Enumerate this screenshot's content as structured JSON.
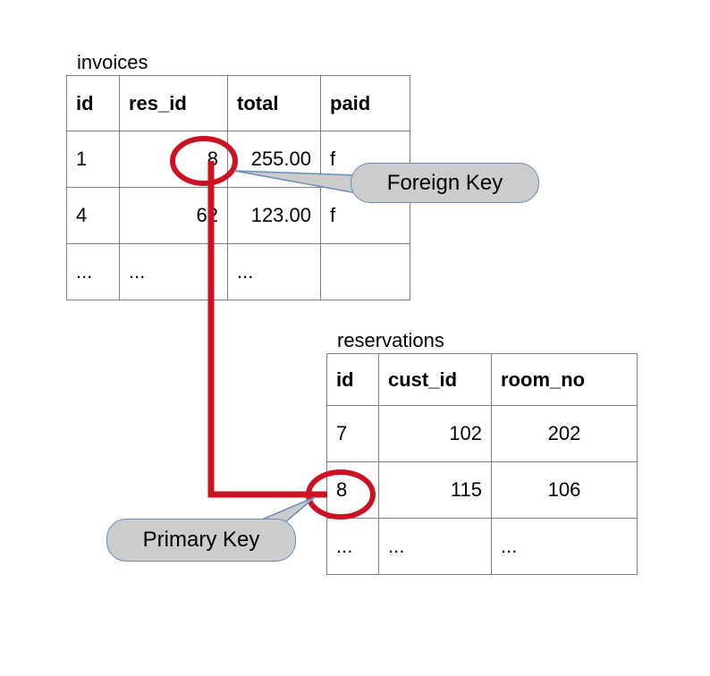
{
  "diagram": {
    "title_invoices": "invoices",
    "title_reservations": "reservations"
  },
  "invoices": {
    "name": "invoices",
    "columns": [
      "id",
      "res_id",
      "total",
      "paid"
    ],
    "rows": [
      [
        "1",
        "8",
        "255.00",
        "f"
      ],
      [
        "4",
        "62",
        "123.00",
        "f"
      ],
      [
        "...",
        "...",
        "...",
        ""
      ]
    ]
  },
  "reservations": {
    "name": "reservations",
    "columns": [
      "id",
      "cust_id",
      "room_no"
    ],
    "rows": [
      [
        "7",
        "102",
        "202"
      ],
      [
        "8",
        "115",
        "106"
      ],
      [
        "...",
        "...",
        "..."
      ]
    ]
  },
  "annotations": {
    "foreign_key_label": "Foreign Key",
    "primary_key_label": "Primary Key"
  },
  "colors": {
    "highlight": "#cc1122",
    "bubble_fill": "#cccccc",
    "bubble_border": "#6b8cba",
    "table_border": "#808080",
    "text": "#000000"
  }
}
